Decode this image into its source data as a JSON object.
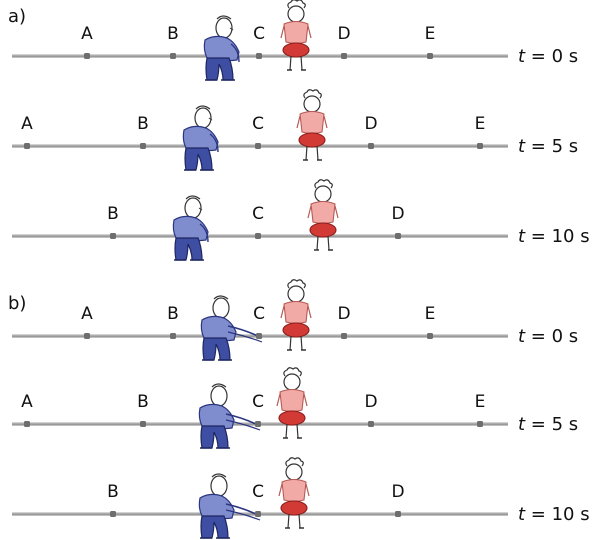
{
  "panels": [
    {
      "label": "a)",
      "rows": [
        {
          "time": "t = 0 s",
          "t_var": "t",
          "t_rest": " = 0 s",
          "points": [
            {
              "name": "A"
            },
            {
              "name": "B"
            },
            {
              "name": "C"
            },
            {
              "name": "D"
            },
            {
              "name": "E"
            }
          ]
        },
        {
          "time": "t = 5 s",
          "t_var": "t",
          "t_rest": " = 5 s",
          "points": [
            {
              "name": "A"
            },
            {
              "name": "B"
            },
            {
              "name": "C"
            },
            {
              "name": "D"
            },
            {
              "name": "E"
            }
          ]
        },
        {
          "time": "t = 10 s",
          "t_var": "t",
          "t_rest": " = 10 s",
          "points": [
            {
              "name": "B"
            },
            {
              "name": "C"
            },
            {
              "name": "D"
            }
          ]
        }
      ]
    },
    {
      "label": "b)",
      "rows": [
        {
          "time": "t = 0 s",
          "t_var": "t",
          "t_rest": " = 0 s",
          "points": [
            {
              "name": "A"
            },
            {
              "name": "B"
            },
            {
              "name": "C"
            },
            {
              "name": "D"
            },
            {
              "name": "E"
            }
          ]
        },
        {
          "time": "t = 5 s",
          "t_var": "t",
          "t_rest": " = 5 s",
          "points": [
            {
              "name": "A"
            },
            {
              "name": "B"
            },
            {
              "name": "C"
            },
            {
              "name": "D"
            },
            {
              "name": "E"
            }
          ]
        },
        {
          "time": "t = 10 s",
          "t_var": "t",
          "t_rest": " = 10 s",
          "points": [
            {
              "name": "B"
            },
            {
              "name": "C"
            },
            {
              "name": "D"
            }
          ]
        }
      ]
    }
  ],
  "colors": {
    "line": "#9a9a9a",
    "tick": "#6e6e6e",
    "man": "#3d4ea3",
    "man_light": "#7f8ccd",
    "woman": "#e58a86",
    "woman_skirt": "#d23a36"
  }
}
